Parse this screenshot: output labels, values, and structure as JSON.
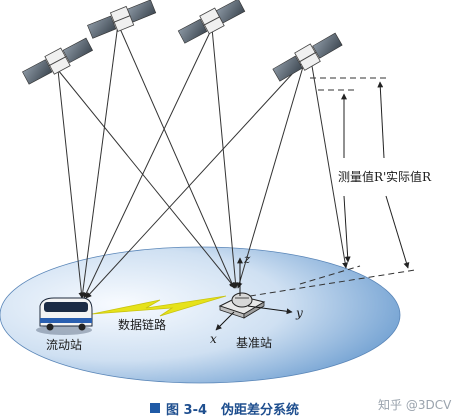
{
  "labels": {
    "measured": "测量值R'",
    "actual": "实际值R",
    "data_link": "数据链路",
    "rover": "流动站",
    "base": "基准站",
    "axis_z": "z",
    "axis_y": "y",
    "axis_x": "x"
  },
  "caption": {
    "number": "图 3-4",
    "title": "伪距差分系统"
  },
  "watermark": "知乎 @3DCV",
  "colors": {
    "ground_center": "#f6f9fd",
    "ground_edge": "#7aa7d6",
    "link": "#e6e21a",
    "caption": "#1f4f8f",
    "satellite_panel": "#5e6a76",
    "vehicle": "#2a5fb0"
  }
}
